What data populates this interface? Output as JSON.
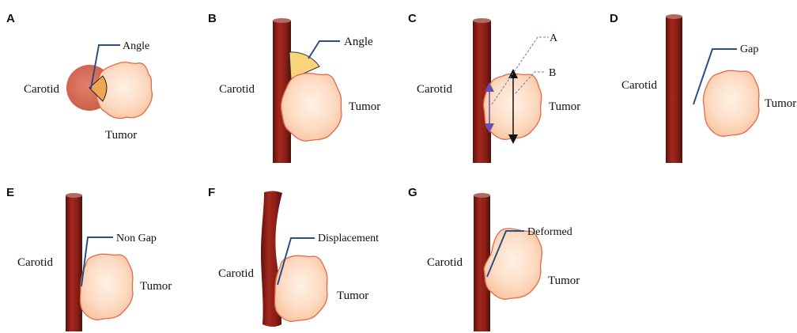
{
  "panels": {
    "A": {
      "letter": "A",
      "angle": "Angle",
      "carotid": "Carotid",
      "tumor": "Tumor"
    },
    "B": {
      "letter": "B",
      "angle": "Angle",
      "carotid": "Carotid",
      "tumor": "Tumor"
    },
    "C": {
      "letter": "C",
      "a": "A",
      "b": "B",
      "carotid": "Carotid",
      "tumor": "Tumor"
    },
    "D": {
      "letter": "D",
      "gap": "Gap",
      "carotid": "Carotid",
      "tumor": "Tumor"
    },
    "E": {
      "letter": "E",
      "nongap": "Non Gap",
      "carotid": "Carotid",
      "tumor": "Tumor"
    },
    "F": {
      "letter": "F",
      "displacement": "Displacement",
      "carotid": "Carotid",
      "tumor": "Tumor"
    },
    "G": {
      "letter": "G",
      "deformed": "Deformed",
      "carotid": "Carotid",
      "tumor": "Tumor"
    }
  },
  "colors": {
    "vessel_dark": "#6e1812",
    "vessel_mid": "#a3271d",
    "tumor_fill": "#fcd9bf",
    "tumor_edge": "#e06a4a",
    "angle_fill": "#f8d87a",
    "leader": "#2b4f86",
    "carotid_circle": "#d9735f"
  }
}
